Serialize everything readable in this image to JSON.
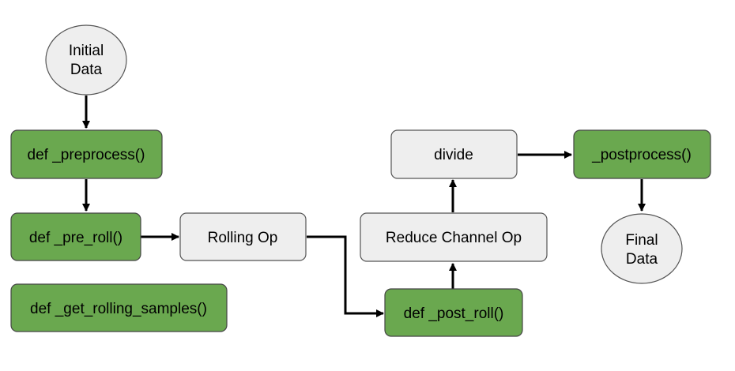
{
  "colors": {
    "process_fill": "#6aa84f",
    "process_stroke": "#444444",
    "op_fill": "#eeeeee",
    "op_stroke": "#555555",
    "terminal_fill": "#eeeeee",
    "terminal_stroke": "#555555",
    "edge": "#000000"
  },
  "nodes": {
    "initial_data": {
      "line1": "Initial",
      "line2": "Data"
    },
    "preprocess": {
      "label": "def _preprocess()"
    },
    "pre_roll": {
      "label": "def _pre_roll()"
    },
    "get_rolling_samples": {
      "label": "def _get_rolling_samples()"
    },
    "rolling_op": {
      "label": "Rolling Op"
    },
    "post_roll": {
      "label": "def _post_roll()"
    },
    "reduce_channel_op": {
      "label": "Reduce Channel Op"
    },
    "divide": {
      "label": "divide"
    },
    "postprocess": {
      "label": "_postprocess()"
    },
    "final_data": {
      "line1": "Final",
      "line2": "Data"
    }
  }
}
